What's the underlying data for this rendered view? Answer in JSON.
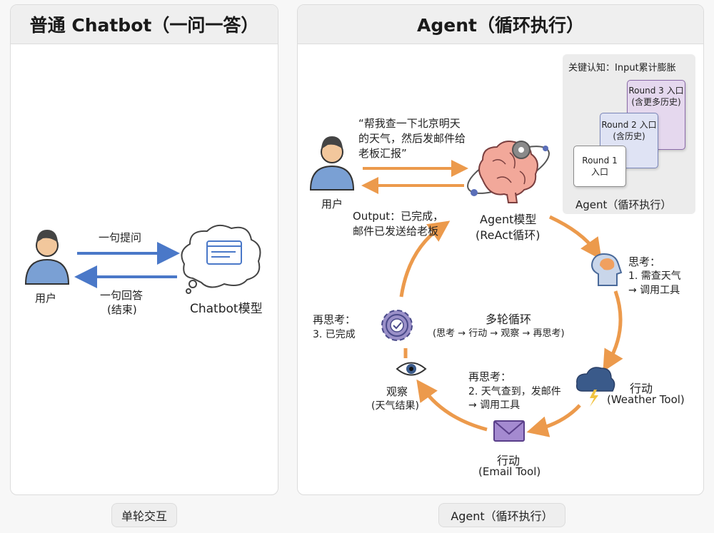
{
  "left": {
    "title": "普通 Chatbot（一问一答）",
    "user_label": "用户",
    "ask_label": "一句提问",
    "answer_label_1": "一句回答",
    "answer_label_2": "(结束)",
    "bot_label": "Chatbot模型",
    "footer": "单轮交互"
  },
  "right": {
    "title": "Agent（循环执行）",
    "user_label": "用户",
    "request_lines": [
      "“帮我查一下北京明天",
      "的天气，然后发邮件给",
      "老板汇报”"
    ],
    "output_lines": [
      "Output：已完成，",
      "邮件已发送给老板"
    ],
    "agent_label_1": "Agent模型",
    "agent_label_2": "(ReAct循环)",
    "think": {
      "title": "思考：",
      "line1": "1. 需查天气",
      "line2": "→ 调用工具"
    },
    "action_weather": {
      "title": "行动",
      "sub": "(Weather Tool)"
    },
    "rethink2": {
      "title": "再思考：",
      "line1": "2. 天气查到，发邮件",
      "line2": "→ 调用工具"
    },
    "action_email": {
      "title": "行动",
      "sub": "(Email Tool)"
    },
    "observe": {
      "title": "观察",
      "sub": "(天气结果)"
    },
    "rethink3": {
      "title": "再思考：",
      "line1": "3. 已完成"
    },
    "loop_title": "多轮循环",
    "loop_sub": "(思考 → 行动 → 观察 → 再思考)",
    "insight": {
      "title": "关键认知：Input累计膨胀",
      "round3_1": "Round 3 入口",
      "round3_2": "(含更多历史)",
      "round2_1": "Round 2 入口",
      "round2_2": "(含历史)",
      "round1_1": "Round 1",
      "round1_2": "入口",
      "caption": "Agent（循环执行）"
    },
    "footer": "Agent（循环执行）"
  },
  "colors": {
    "blue_arrow": "#4a78c8",
    "orange_arrow": "#ec9a4c",
    "round1": "#ffffff",
    "round2": "#dfe3f4",
    "round3": "#e5d8ee"
  },
  "icons": [
    "user-icon",
    "thought-bubble-icon",
    "brain-gear-icon",
    "head-brain-icon",
    "storm-cloud-icon",
    "envelope-icon",
    "eye-icon",
    "gear-check-icon"
  ]
}
